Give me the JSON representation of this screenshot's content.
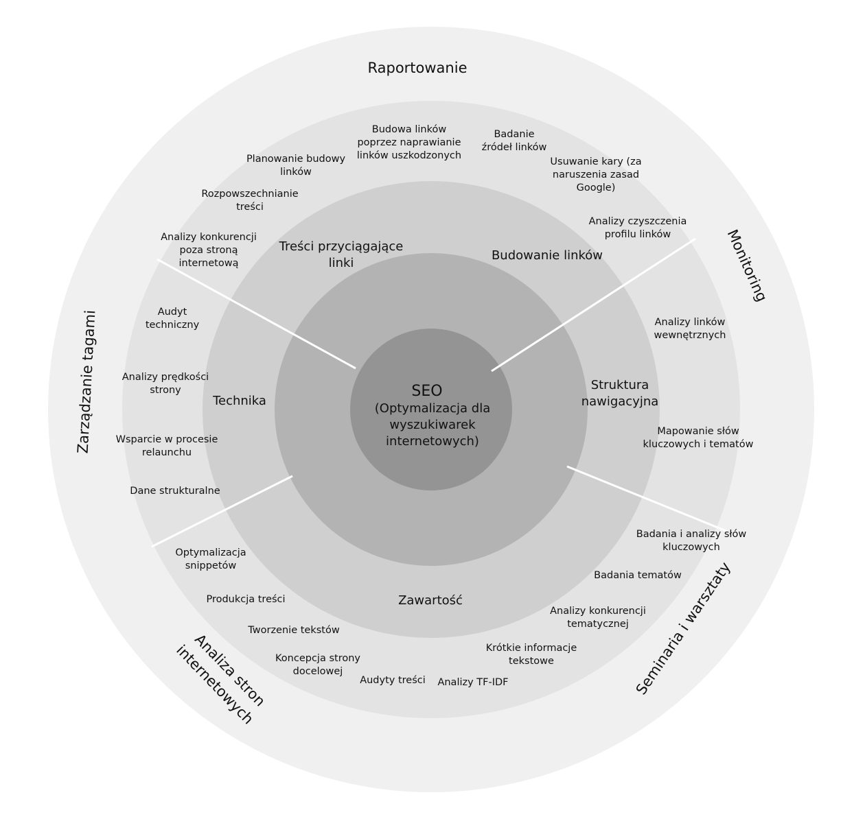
{
  "center": {
    "title": "SEO",
    "subtitle_lines": [
      "(Optymalizacja dla",
      "wyszukiwarek",
      "internetowych)"
    ]
  },
  "sectors": {
    "links_content": [
      "Treści przyciągające",
      "linki"
    ],
    "link_building": "Budowanie linków",
    "navigation": [
      "Struktura",
      "nawigacyjna"
    ],
    "content": "Zawartość",
    "technical": "Technika"
  },
  "outer_services": {
    "reporting": "Raportowanie",
    "monitoring": "Monitoring",
    "seminars": "Seminaria i warsztaty",
    "site_analysis": [
      "Analiza stron",
      "internetowych"
    ],
    "tag_management": "Zarządzanie tagami"
  },
  "tasks": {
    "link_building_broken": [
      "Budowa linków",
      "poprzez naprawianie",
      "linków uszkodzonych"
    ],
    "link_sources": [
      "Badanie",
      "źródeł linków"
    ],
    "penalty_removal": [
      "Usuwanie kary (za",
      "naruszenia zasad",
      "Google)"
    ],
    "link_profile_cleanup": [
      "Analizy czyszczenia",
      "profilu linków"
    ],
    "link_planning": [
      "Planowanie budowy",
      "linków"
    ],
    "content_distribution": [
      "Rozpowszechnianie",
      "treści"
    ],
    "offsite_competition": [
      "Analizy konkurencji",
      "poza stroną",
      "internetową"
    ],
    "internal_links": [
      "Analizy linków",
      "wewnętrznych"
    ],
    "keyword_mapping": [
      "Mapowanie słów",
      "kluczowych i tematów"
    ],
    "tech_audit": [
      "Audyt",
      "techniczny"
    ],
    "page_speed": [
      "Analizy prędkości",
      "strony"
    ],
    "relaunch_support": [
      "Wsparcie w procesie",
      "relaunchu"
    ],
    "structured_data": "Dane strukturalne",
    "keyword_research": [
      "Badania i analizy słów",
      "kluczowych"
    ],
    "topic_research": "Badania tematów",
    "topical_competition": [
      "Analizy konkurencji",
      "tematycznej"
    ],
    "snippet_optimization": [
      "Optymalizacja",
      "snippetów"
    ],
    "content_production": "Produkcja treści",
    "text_writing": "Tworzenie tekstów",
    "landing_page_concept": [
      "Koncepcja strony",
      "docelowej"
    ],
    "content_audits": "Audyty treści",
    "tfidf": "Analizy TF-IDF",
    "text_briefs": [
      "Krótkie informacje",
      "tekstowe"
    ]
  },
  "colors": {
    "ring_outer": "#f0f0f0",
    "ring_tasks": "#e3e3e3",
    "ring_sectors": "#cfcfcf",
    "ring_inner": "#b3b3b3",
    "core": "#949494",
    "divider": "#ffffff",
    "text": "#111111"
  }
}
